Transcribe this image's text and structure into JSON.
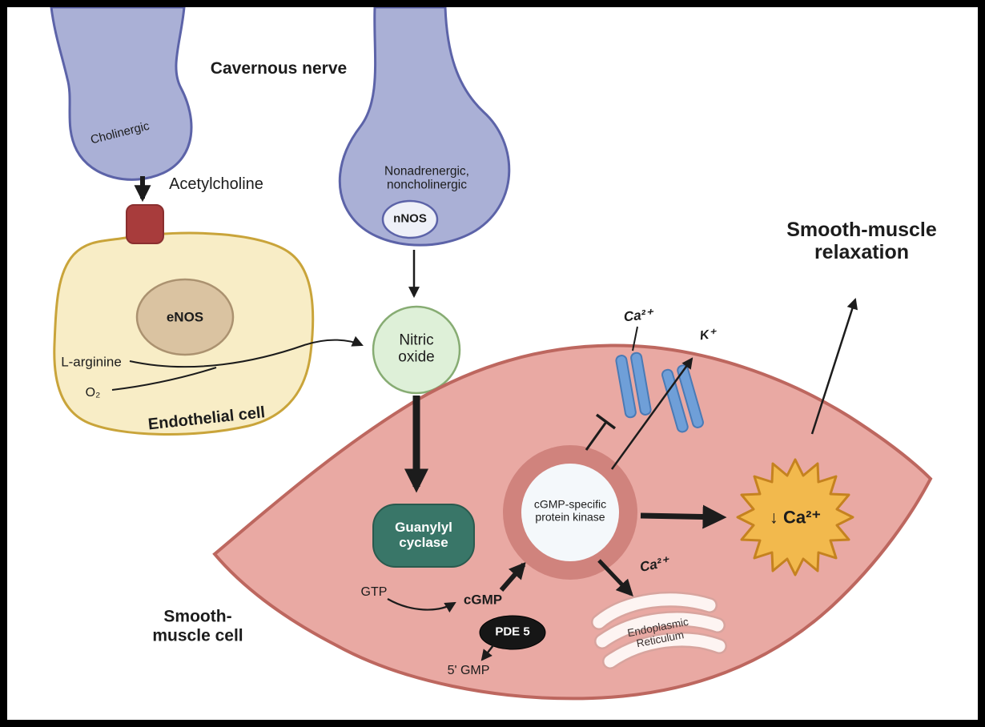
{
  "labels": {
    "cavernous_nerve": "Cavernous nerve",
    "cholinergic": "Cholinergic",
    "acetylcholine": "Acetylcholine",
    "enos": "eNOS",
    "l_arginine": "L-arginine",
    "o2": "O₂",
    "endothelial_cell": "Endothelial cell",
    "nanc_line1": "Nonadrenergic,",
    "nanc_line2": "noncholinergic",
    "nnos": "nNOS",
    "nitric_line1": "Nitric",
    "nitric_line2": "oxide",
    "guanylyl_line1": "Guanylyl",
    "guanylyl_line2": "cyclase",
    "gtp": "GTP",
    "cgmp": "cGMP",
    "pde5": "PDE 5",
    "gmp5": "5' GMP",
    "kinase_line1": "cGMP-specific",
    "kinase_line2": "protein kinase",
    "ca_channel": "Ca²⁺",
    "k_channel": "K⁺",
    "ca_er": "Ca²⁺",
    "er_line1": "Endoplasmic",
    "er_line2": "Reticulum",
    "ca_decrease": "↓ Ca²⁺",
    "relaxation_line1": "Smooth-muscle",
    "relaxation_line2": "relaxation",
    "smc_line1": "Smooth-",
    "smc_line2": "muscle cell"
  },
  "colors": {
    "nerve_fill": "#aab0d6",
    "nerve_stroke": "#5c63a8",
    "endothelial_fill": "#f8edc6",
    "endothelial_stroke": "#c9a43a",
    "receptor_fill": "#a83c3c",
    "enos_fill": "#dac3a1",
    "nitric_fill": "#def0d8",
    "nitric_stroke": "#87ac73",
    "muscle_fill": "#e9a9a3",
    "muscle_stroke": "#bd675f",
    "guanylyl_fill": "#397668",
    "pde5_fill": "#161616",
    "kinase_ring_fill": "#d0837d",
    "kinase_fill": "#f4f8fb",
    "channel_fill": "#6f9fd8",
    "starburst_fill": "#f2b94d",
    "starburst_stroke": "#c5821f",
    "er_fill": "#fdf4f2"
  }
}
